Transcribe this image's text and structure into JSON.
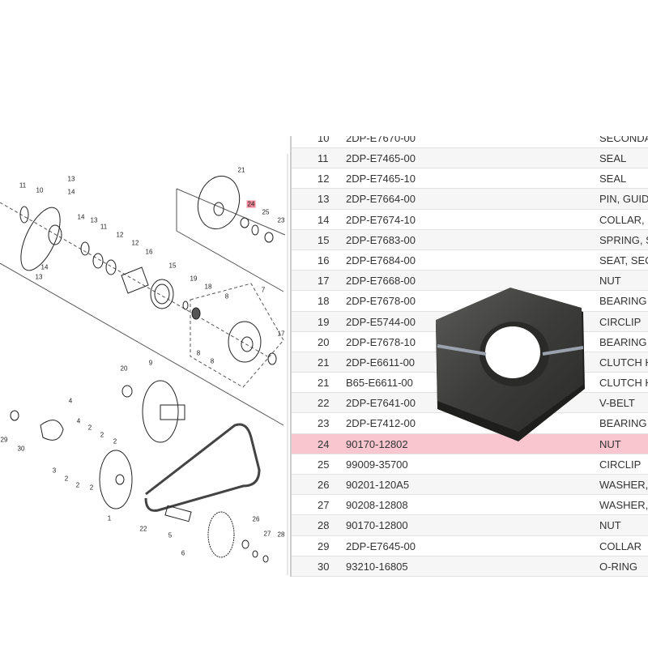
{
  "diagram": {
    "highlighted_callout": "24",
    "highlight_color": "#f08a9a",
    "callouts": [
      "21",
      "24",
      "25",
      "23",
      "11",
      "10",
      "13",
      "14",
      "14",
      "13",
      "11",
      "12",
      "12",
      "16",
      "15",
      "19",
      "18",
      "7",
      "8",
      "17",
      "8",
      "8",
      "14",
      "13",
      "20",
      "9",
      "4",
      "4",
      "29",
      "30",
      "3",
      "2",
      "2",
      "2",
      "2",
      "2",
      "2",
      "1",
      "22",
      "5",
      "6",
      "26",
      "27",
      "28"
    ]
  },
  "table": {
    "highlight_color": "#f9c6cf",
    "rows": [
      {
        "no": "10",
        "part": "2DP-E7670-00",
        "desc": "SECONDA"
      },
      {
        "no": "11",
        "part": "2DP-E7465-00",
        "desc": "SEAL"
      },
      {
        "no": "12",
        "part": "2DP-E7465-10",
        "desc": "SEAL"
      },
      {
        "no": "13",
        "part": "2DP-E7664-00",
        "desc": "PIN, GUID"
      },
      {
        "no": "14",
        "part": "2DP-E7674-10",
        "desc": "COLLAR, ("
      },
      {
        "no": "15",
        "part": "2DP-E7683-00",
        "desc": "SPRING, S"
      },
      {
        "no": "16",
        "part": "2DP-E7684-00",
        "desc": "SEAT, SEC"
      },
      {
        "no": "17",
        "part": "2DP-E7668-00",
        "desc": "NUT"
      },
      {
        "no": "18",
        "part": "2DP-E7678-00",
        "desc": "BEARING"
      },
      {
        "no": "19",
        "part": "2DP-E5744-00",
        "desc": "CIRCLIP"
      },
      {
        "no": "20",
        "part": "2DP-E7678-10",
        "desc": "BEARING"
      },
      {
        "no": "21",
        "part": "2DP-E6611-00",
        "desc": "CLUTCH H"
      },
      {
        "no": "21",
        "part": "B65-E6611-00",
        "desc": "CLUTCH H"
      },
      {
        "no": "22",
        "part": "2DP-E7641-00",
        "desc": "V-BELT"
      },
      {
        "no": "23",
        "part": "2DP-E7412-00",
        "desc": "BEARING"
      },
      {
        "no": "24",
        "part": "90170-12802",
        "desc": "NUT"
      },
      {
        "no": "25",
        "part": "99009-35700",
        "desc": "CIRCLIP"
      },
      {
        "no": "26",
        "part": "90201-120A5",
        "desc": "WASHER,"
      },
      {
        "no": "27",
        "part": "90208-12808",
        "desc": "WASHER,"
      },
      {
        "no": "28",
        "part": "90170-12800",
        "desc": "NUT"
      },
      {
        "no": "29",
        "part": "2DP-E7645-00",
        "desc": "COLLAR"
      },
      {
        "no": "30",
        "part": "93210-16805",
        "desc": "O-RING"
      }
    ]
  },
  "product_photo": {
    "subject": "hex-nut",
    "color": "#3a3a3a"
  }
}
